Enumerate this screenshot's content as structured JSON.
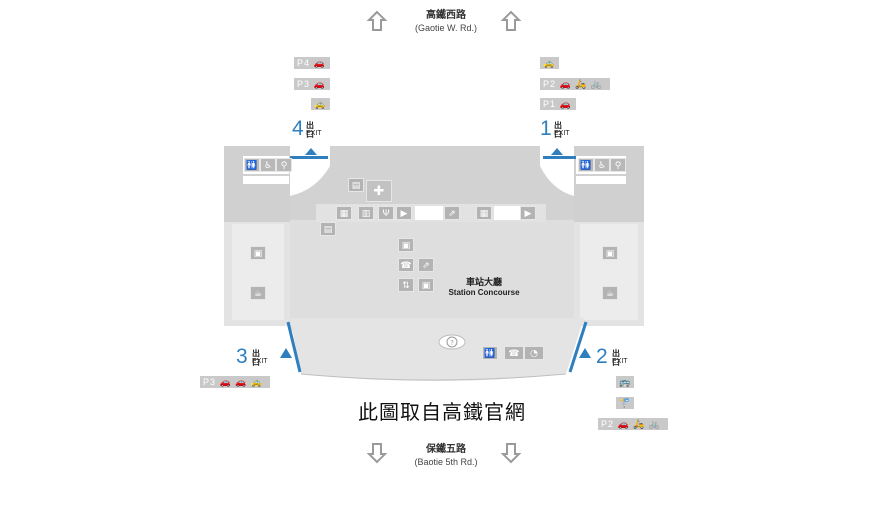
{
  "roads": {
    "north": {
      "zh": "高鐵西路",
      "en": "(Gaotie W. Rd.)"
    },
    "south": {
      "zh": "保鐵五路",
      "en": "(Baotie 5th Rd.)"
    }
  },
  "exits": [
    {
      "number": "1",
      "zh": "出口",
      "en": "EXIT"
    },
    {
      "number": "2",
      "zh": "出口",
      "en": "EXIT"
    },
    {
      "number": "3",
      "zh": "出口",
      "en": "EXIT"
    },
    {
      "number": "4",
      "zh": "出口",
      "en": "EXIT"
    }
  ],
  "badges": {
    "exit4": [
      "P4 🚗",
      "P3 🚗",
      "🚕"
    ],
    "exit1": [
      "🚕",
      "P2 🚗 🛵 🚲",
      "P1 🚗"
    ],
    "exit3": [
      "P3 🚗 🚗 🚕"
    ],
    "exit2": [
      "🚌",
      "🚏",
      "P2 🚗 🛵 🚲"
    ]
  },
  "concourse": {
    "zh": "車站大廳",
    "en": "Station Concourse"
  },
  "caption": "此圖取自高鐵官網",
  "colors": {
    "exit_blue": "#2f7fbf",
    "floor": "#dedede",
    "wall": "#cfcfcf",
    "icon": "#b3b3b3"
  },
  "icons": [
    "restroom-icon",
    "accessible-icon",
    "family-restroom-icon",
    "gift-shop-icon",
    "cafe-icon",
    "first-aid-icon",
    "info-icon",
    "escalator-icon",
    "telephone-icon",
    "ticket-icon",
    "elevator-icon"
  ]
}
